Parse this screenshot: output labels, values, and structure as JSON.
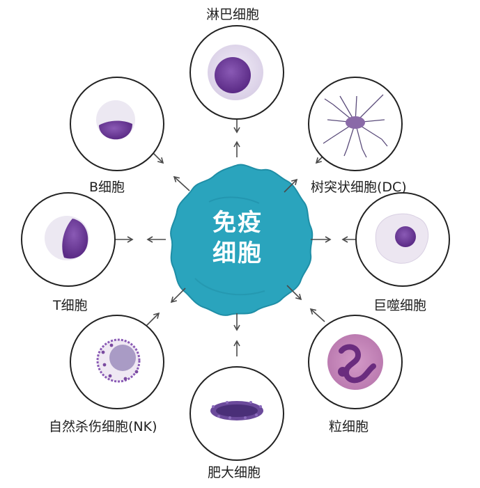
{
  "center": {
    "line1": "免疫",
    "line2": "细胞"
  },
  "cells": {
    "lymphocyte": {
      "label": "淋巴细胞"
    },
    "dendritic": {
      "label": "树突状细胞(DC)"
    },
    "macrophage": {
      "label": "巨噬细胞"
    },
    "granulocyte": {
      "label": "粒细胞"
    },
    "mast": {
      "label": "肥大细胞"
    },
    "nk": {
      "label": "自然杀伤细胞(NK)"
    },
    "t": {
      "label": "T细胞"
    },
    "b": {
      "label": "B细胞"
    }
  },
  "colors": {
    "center_fill": "#2aa4bd",
    "center_dark": "#1f8ea6",
    "arrow": "#4a4a4a",
    "circle_stroke": "#222222",
    "nucleus": "#6c3a95",
    "cytoplasm": "#e4dcee"
  }
}
